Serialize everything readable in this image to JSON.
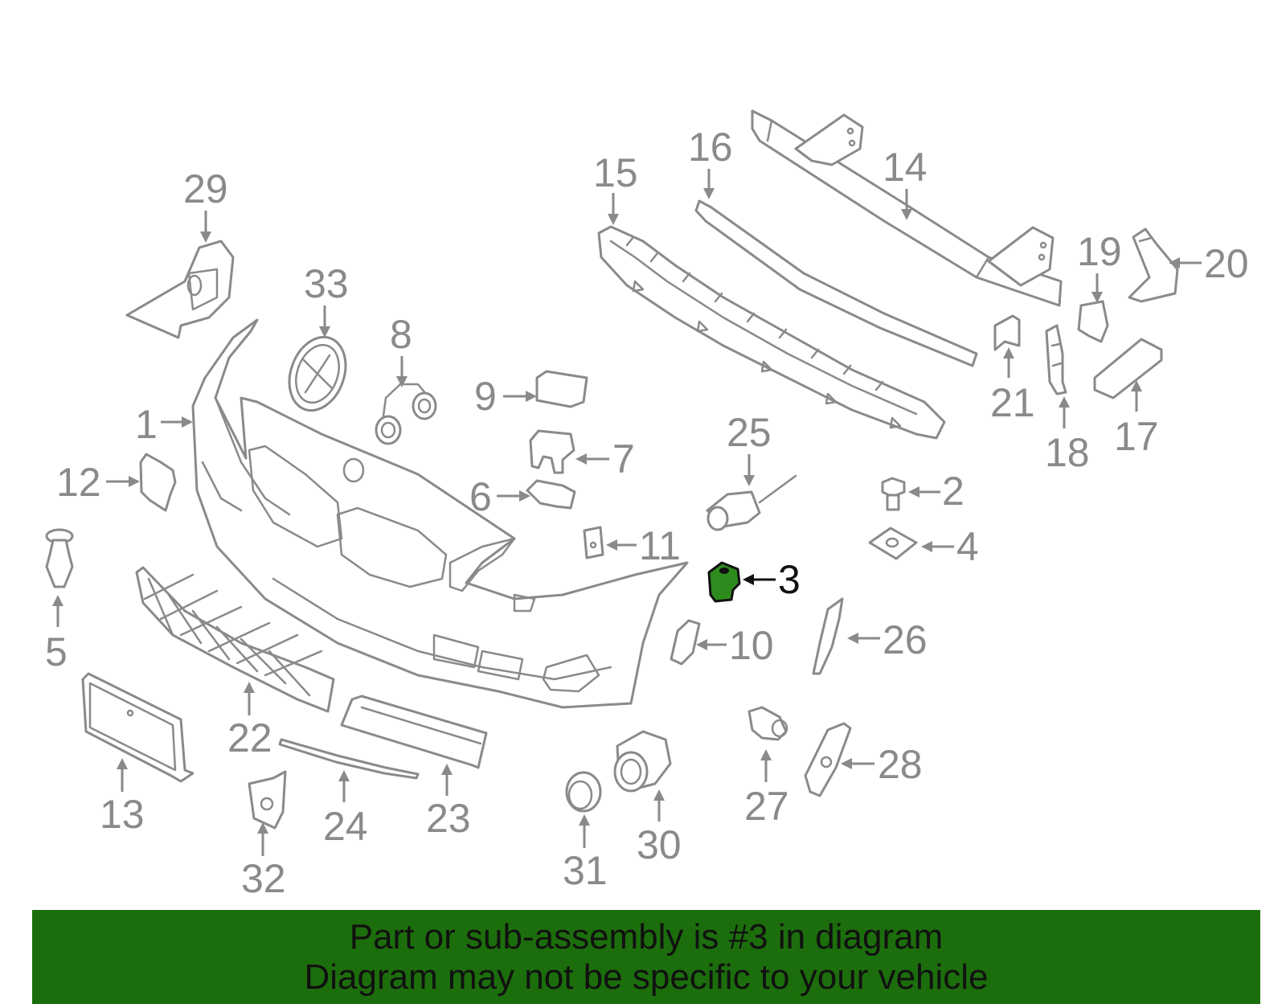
{
  "colors": {
    "banner_bg": "#1c6e0c",
    "highlight_part": "#2e8b1e",
    "line_art": "#8a8a8a",
    "highlight_text": "#111111"
  },
  "highlighted_callout": "3",
  "callouts": {
    "c1": "1",
    "c2": "2",
    "c3": "3",
    "c4": "4",
    "c5": "5",
    "c6": "6",
    "c7": "7",
    "c8": "8",
    "c9": "9",
    "c10": "10",
    "c11": "11",
    "c12": "12",
    "c13": "13",
    "c14": "14",
    "c15": "15",
    "c16": "16",
    "c17": "17",
    "c18": "18",
    "c19": "19",
    "c20": "20",
    "c21": "21",
    "c22": "22",
    "c23": "23",
    "c24": "24",
    "c25": "25",
    "c26": "26",
    "c27": "27",
    "c28": "28",
    "c29": "29",
    "c30": "30",
    "c31": "31",
    "c32": "32",
    "c33": "33"
  },
  "banner": {
    "line1": "Part or sub-assembly is #3 in diagram",
    "line2": "Diagram may not be specific to your vehicle"
  }
}
